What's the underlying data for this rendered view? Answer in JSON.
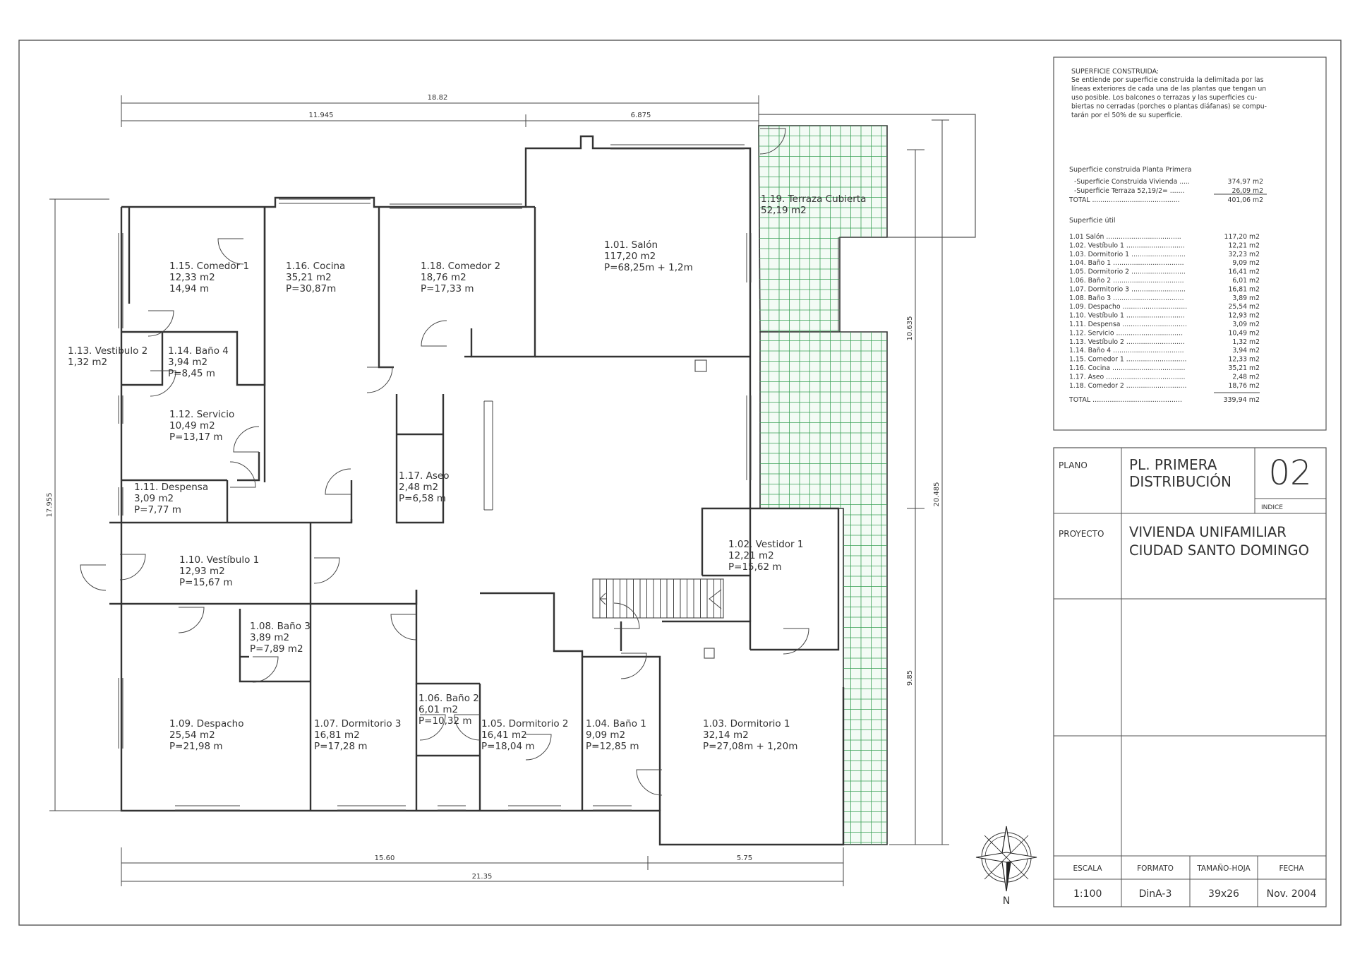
{
  "rooms": [
    {
      "id": "1.15",
      "lines": [
        "1.15. Comedor 1",
        "12,33 m2",
        "14,94 m"
      ]
    },
    {
      "id": "1.16",
      "lines": [
        "1.16. Cocina",
        "35,21 m2",
        "P=30,87m"
      ]
    },
    {
      "id": "1.18",
      "lines": [
        "1.18. Comedor 2",
        "18,76 m2",
        "P=17,33 m"
      ]
    },
    {
      "id": "1.01",
      "lines": [
        "1.01. Salón",
        "117,20 m2",
        "P=68,25m + 1,2m"
      ]
    },
    {
      "id": "1.19",
      "lines": [
        "1.19. Terraza Cubierta",
        "52,19 m2"
      ]
    },
    {
      "id": "1.13",
      "lines": [
        "1.13. Vestibulo 2",
        "1,32 m2"
      ]
    },
    {
      "id": "1.14",
      "lines": [
        "1.14. Baño 4",
        "3,94 m2",
        "P=8,45 m"
      ]
    },
    {
      "id": "1.12",
      "lines": [
        "1.12. Servicio",
        "10,49 m2",
        "P=13,17 m"
      ]
    },
    {
      "id": "1.11",
      "lines": [
        "1.11. Despensa",
        "3,09 m2",
        "P=7,77 m"
      ]
    },
    {
      "id": "1.17",
      "lines": [
        "1.17. Aseo",
        "2,48 m2",
        "P=6,58 m"
      ]
    },
    {
      "id": "1.10",
      "lines": [
        "1.10. Vestíbulo 1",
        "12,93 m2",
        "P=15,67 m"
      ]
    },
    {
      "id": "1.02",
      "lines": [
        "1.02. Vestidor 1",
        "12,21 m2",
        "P=15,62 m"
      ]
    },
    {
      "id": "1.08",
      "lines": [
        "1.08. Baño 3",
        "3,89 m2",
        "P=7,89 m2"
      ]
    },
    {
      "id": "1.06",
      "lines": [
        "1.06. Baño 2",
        "6,01 m2",
        "P=10,32 m"
      ]
    },
    {
      "id": "1.09",
      "lines": [
        "1.09. Despacho",
        "25,54 m2",
        "P=21,98 m"
      ]
    },
    {
      "id": "1.07",
      "lines": [
        "1.07. Dormitorio 3",
        "16,81 m2",
        "P=17,28 m"
      ]
    },
    {
      "id": "1.05",
      "lines": [
        "1.05. Dormitorio 2",
        "16,41 m2",
        "P=18,04 m"
      ]
    },
    {
      "id": "1.04",
      "lines": [
        "1.04. Baño 1",
        "9,09 m2",
        "P=12,85 m"
      ]
    },
    {
      "id": "1.03",
      "lines": [
        "1.03. Dormitorio 1",
        "32,14 m2",
        "P=27,08m + 1,20m"
      ]
    }
  ],
  "dimensions": {
    "top_total": "18.82",
    "top_left": "11.945",
    "top_right": "6.875",
    "left_total": "17.955",
    "right_upper": "10.635",
    "right_lower": "9.85",
    "right_total": "20.485",
    "bottom_left": "15.60",
    "bottom_right": "5.75",
    "bottom_total": "21.35"
  },
  "notes": {
    "heading": "SUPERFICIE CONSTRUIDA:",
    "paragraph": [
      "Se entiende por superficie construida la delimitada por las",
      "líneas exteriores de cada una de las plantas que tengan un",
      "uso posible. Los balcones o terrazas y las superficies cu-",
      "biertas no cerradas (porches o plantas diáfanas) se compu-",
      "tarán por el 50% de su superficie."
    ],
    "built_title": "Superficie construida Planta Primera",
    "built_rows": [
      {
        "label": "-Superficie Construida Vivienda .....",
        "value": "374,97 m2"
      },
      {
        "label": "-Superficie Terraza 52,19/2= .......",
        "value": "26,09 m2"
      },
      {
        "label": "TOTAL ..........................................",
        "value": "401,06 m2"
      }
    ],
    "useful_title": "Superficie útil",
    "useful_rows": [
      {
        "label": "1.01 Salón ....................................",
        "value": "117,20 m2"
      },
      {
        "label": "1.02. Vestíbulo 1 ............................",
        "value": "12,21 m2"
      },
      {
        "label": "1.03. Dormitorio 1 ..........................",
        "value": "32,23 m2"
      },
      {
        "label": "1.04. Baño 1 ..................................",
        "value": "9,09 m2"
      },
      {
        "label": "1.05. Dormitorio 2 ..........................",
        "value": "16,41 m2"
      },
      {
        "label": "1.06. Baño 2 ..................................",
        "value": "6,01 m2"
      },
      {
        "label": "1.07. Dormitorio 3 ..........................",
        "value": "16,81 m2"
      },
      {
        "label": "1.08. Baño 3 ..................................",
        "value": "3,89 m2"
      },
      {
        "label": "1.09. Despacho ...............................",
        "value": "25,54 m2"
      },
      {
        "label": "1.10. Vestíbulo 1 ............................",
        "value": "12,93 m2"
      },
      {
        "label": "1.11. Despensa ...............................",
        "value": "3,09 m2"
      },
      {
        "label": "1.12. Servicio ................................",
        "value": "10,49 m2"
      },
      {
        "label": "1.13. Vestíbulo 2 ............................",
        "value": "1,32 m2"
      },
      {
        "label": "1.14. Baño 4 ..................................",
        "value": "3,94 m2"
      },
      {
        "label": "1.15. Comedor 1 .............................",
        "value": "12,33 m2"
      },
      {
        "label": "1.16. Cocina ...................................",
        "value": "35,21 m2"
      },
      {
        "label": "1.17. Aseo ......................................",
        "value": "2,48 m2"
      },
      {
        "label": "1.18. Comedor 2 .............................",
        "value": "18,76 m2"
      }
    ],
    "useful_total": {
      "label": "TOTAL ..........................................",
      "value": "339,94 m2"
    }
  },
  "title_block": {
    "plano_label": "PLANO",
    "plano_line1": "PL. PRIMERA",
    "plano_line2": "DISTRIBUCIÓN",
    "sheet_number": "02",
    "indice_label": "INDICE",
    "proyecto_label": "PROYECTO",
    "proyecto_line1": "VIVIENDA UNIFAMILIAR",
    "proyecto_line2": "CIUDAD SANTO DOMINGO",
    "footer_headers": [
      "ESCALA",
      "FORMATO",
      "TAMAÑO-HOJA",
      "FECHA"
    ],
    "footer_values": [
      "1:100",
      "DinA-3",
      "39x26",
      "Nov. 2004"
    ]
  },
  "north_label": "N",
  "colors": {
    "line": "#333333",
    "terrace_grid": "#39a055",
    "border": "#555555"
  }
}
